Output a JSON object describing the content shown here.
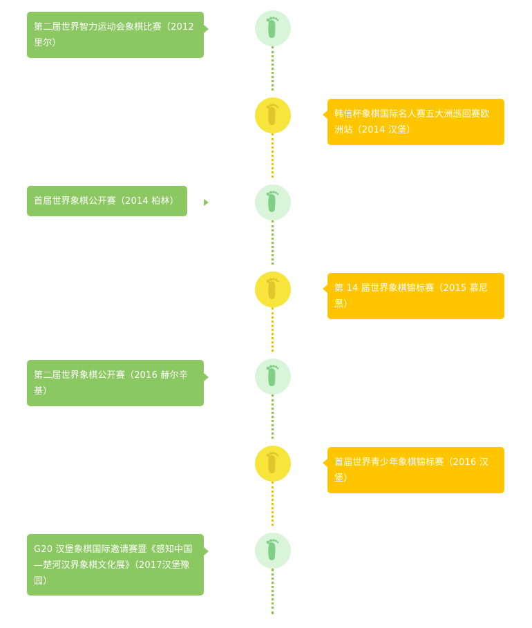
{
  "colors": {
    "green_card": "#8bc862",
    "yellow_card": "#ffc600",
    "green_node": "#d9f5d9",
    "yellow_node": "#f8e53c",
    "green_line": "#8cc63f",
    "yellow_line": "#f2c500"
  },
  "events": [
    {
      "label": "第二届世界智力运动会象棋比赛（2012 里尔）",
      "side": "left",
      "color": "green",
      "icon": "footprint-icon"
    },
    {
      "label": "韩信杯象棋国际名人赛五大洲巡回赛欧洲站（2014 汉堡）",
      "side": "right",
      "color": "yellow",
      "icon": "footprint-icon"
    },
    {
      "label": "首届世界象棋公开赛（2014 柏林）",
      "side": "left",
      "color": "green",
      "icon": "footprint-icon"
    },
    {
      "label": "第 14 届世界象棋锦标赛（2015 慕尼黑）",
      "side": "right",
      "color": "yellow",
      "icon": "footprint-icon"
    },
    {
      "label": "第二届世界象棋公开赛（2016 赫尔辛基）",
      "side": "left",
      "color": "green",
      "icon": "footprint-icon"
    },
    {
      "label": "首届世界青少年象棋锦标赛（2016 汉堡）",
      "side": "right",
      "color": "yellow",
      "icon": "footprint-icon"
    },
    {
      "label": " G20 汉堡象棋国际邀请赛暨《感知中国—楚河汉界象棋文化展》（2017汉堡豫园）",
      "side": "left",
      "color": "green",
      "icon": "footprint-icon"
    }
  ]
}
